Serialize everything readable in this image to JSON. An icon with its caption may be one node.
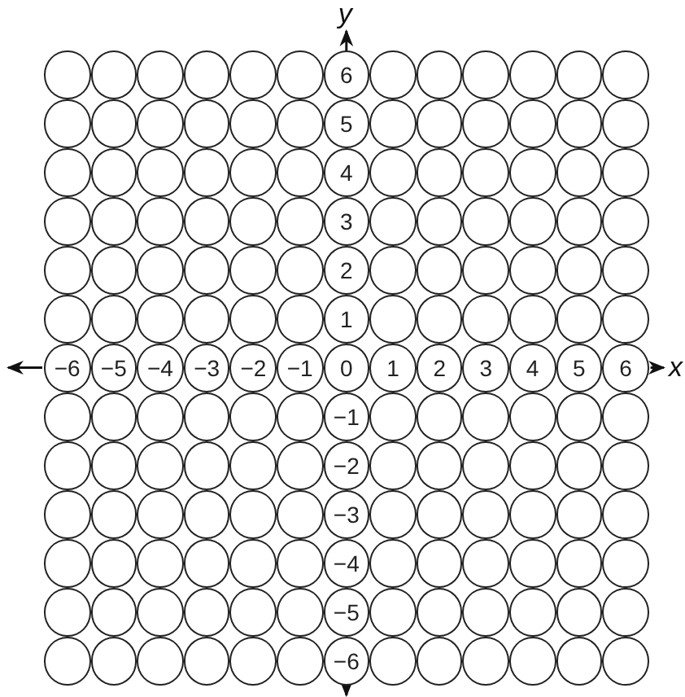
{
  "diagram": {
    "nodes": [
      {
        "text": [],
        "shape": "circle"
      },
      {
        "text": [],
        "shape": "circle"
      },
      {
        "text": [],
        "shape": "circle"
      },
      {
        "text": [],
        "shape": "circle"
      },
      {
        "text": [],
        "shape": "circle"
      },
      {
        "text": [],
        "shape": "circle"
      },
      {
        "text": [
          "6"
        ]
      },
      {
        "text": [],
        "shape": "circle"
      },
      {
        "text": [],
        "shape": "circle"
      },
      {
        "text": [],
        "shape": "circle"
      },
      {
        "text": [],
        "shape": "circle"
      },
      {
        "text": [],
        "shape": "circle"
      },
      {
        "text": [],
        "shape": "circle"
      },
      {
        "text": [],
        "shape": "circle"
      },
      {
        "text": [],
        "shape": "circle"
      },
      {
        "text": [],
        "shape": "circle"
      },
      {
        "text": [],
        "shape": "circle"
      },
      {
        "text": [],
        "shape": "circle"
      },
      {
        "text": [],
        "shape": "circle"
      },
      {
        "text": [
          "5"
        ]
      },
      {
        "text": [],
        "shape": "circle"
      },
      {
        "text": [],
        "shape": "circle"
      },
      {
        "text": [],
        "shape": "circle"
      },
      {
        "text": [],
        "shape": "circle"
      },
      {
        "text": [],
        "shape": "circle"
      },
      {
        "text": [],
        "shape": "circle"
      },
      {
        "text": [],
        "shape": "circle"
      },
      {
        "text": [],
        "shape": "circle"
      },
      {
        "text": [],
        "shape": "circle"
      },
      {
        "text": [],
        "shape": "circle"
      },
      {
        "text": [],
        "shape": "circle"
      },
      {
        "text": [],
        "shape": "circle"
      },
      {
        "text": [
          "4"
        ]
      },
      {
        "text": [],
        "shape": "circle"
      },
      {
        "text": [],
        "shape": "circle"
      },
      {
        "text": [],
        "shape": "circle"
      },
      {
        "text": [],
        "shape": "circle"
      },
      {
        "text": [],
        "shape": "circle"
      },
      {
        "text": [],
        "shape": "circle"
      },
      {
        "text": [],
        "shape": "circle"
      },
      {
        "text": [],
        "shape": "circle"
      },
      {
        "text": [],
        "shape": "circle"
      },
      {
        "text": [],
        "shape": "circle"
      },
      {
        "text": [],
        "shape": "circle"
      },
      {
        "text": [],
        "shape": "circle"
      },
      {
        "text": [
          "3"
        ]
      },
      {
        "text": [],
        "shape": "circle"
      },
      {
        "text": [],
        "shape": "circle"
      },
      {
        "text": [],
        "shape": "circle"
      },
      {
        "text": [],
        "shape": "circle"
      },
      {
        "text": [],
        "shape": "circle"
      },
      {
        "text": [],
        "shape": "circle"
      },
      {
        "text": [],
        "shape": "circle"
      },
      {
        "text": [],
        "shape": "circle"
      },
      {
        "text": [],
        "shape": "circle"
      },
      {
        "text": [],
        "shape": "circle"
      },
      {
        "text": [],
        "shape": "circle"
      },
      {
        "text": [],
        "shape": "circle"
      },
      {
        "text": [
          "2"
        ]
      },
      {
        "text": [],
        "shape": "circle"
      },
      {
        "text": [],
        "shape": "circle"
      },
      {
        "text": [],
        "shape": "circle"
      },
      {
        "text": [],
        "shape": "circle"
      },
      {
        "text": [],
        "shape": "circle"
      },
      {
        "text": [],
        "shape": "circle"
      },
      {
        "text": [],
        "shape": "circle"
      },
      {
        "text": [],
        "shape": "circle"
      },
      {
        "text": [],
        "shape": "circle"
      },
      {
        "text": [],
        "shape": "circle"
      },
      {
        "text": [],
        "shape": "circle"
      },
      {
        "text": [],
        "shape": "circle"
      },
      {
        "text": [
          "1"
        ]
      },
      {
        "text": [],
        "shape": "circle"
      },
      {
        "text": [],
        "shape": "circle"
      },
      {
        "text": [],
        "shape": "circle"
      },
      {
        "text": [],
        "shape": "circle"
      },
      {
        "text": [],
        "shape": "circle"
      },
      {
        "text": [],
        "shape": "circle"
      },
      {
        "text": [
          "−6"
        ]
      },
      {
        "text": [
          "−5"
        ]
      },
      {
        "text": [
          "−4"
        ]
      },
      {
        "text": [
          "−3"
        ]
      },
      {
        "text": [
          "−2"
        ]
      },
      {
        "text": [
          "−1"
        ]
      },
      {
        "text": [
          "0"
        ]
      },
      {
        "text": [
          "1"
        ]
      },
      {
        "text": [
          "2"
        ]
      },
      {
        "text": [
          "3"
        ]
      },
      {
        "text": [
          "4"
        ]
      },
      {
        "text": [
          "5"
        ]
      },
      {
        "text": [
          "6"
        ]
      },
      {
        "text": [],
        "shape": "circle"
      },
      {
        "text": [],
        "shape": "circle"
      },
      {
        "text": [],
        "shape": "circle"
      },
      {
        "text": [],
        "shape": "circle"
      },
      {
        "text": [],
        "shape": "circle"
      },
      {
        "text": [],
        "shape": "circle"
      },
      {
        "text": [
          "−1"
        ]
      },
      {
        "text": [],
        "shape": "circle"
      },
      {
        "text": [],
        "shape": "circle"
      },
      {
        "text": [],
        "shape": "circle"
      },
      {
        "text": [],
        "shape": "circle"
      },
      {
        "text": [],
        "shape": "circle"
      },
      {
        "text": [],
        "shape": "circle"
      },
      {
        "text": [],
        "shape": "circle"
      },
      {
        "text": [],
        "shape": "circle"
      },
      {
        "text": [],
        "shape": "circle"
      },
      {
        "text": [],
        "shape": "circle"
      },
      {
        "text": [],
        "shape": "circle"
      },
      {
        "text": [],
        "shape": "circle"
      },
      {
        "text": [
          "−2"
        ]
      },
      {
        "text": [],
        "shape": "circle"
      },
      {
        "text": [],
        "shape": "circle"
      },
      {
        "text": [],
        "shape": "circle"
      },
      {
        "text": [],
        "shape": "circle"
      },
      {
        "text": [],
        "shape": "circle"
      },
      {
        "text": [],
        "shape": "circle"
      },
      {
        "text": [],
        "shape": "circle"
      },
      {
        "text": [],
        "shape": "circle"
      },
      {
        "text": [],
        "shape": "circle"
      },
      {
        "text": [],
        "shape": "circle"
      },
      {
        "text": [],
        "shape": "circle"
      },
      {
        "text": [],
        "shape": "circle"
      },
      {
        "text": [
          "−3"
        ]
      },
      {
        "text": [],
        "shape": "circle"
      },
      {
        "text": [],
        "shape": "circle"
      },
      {
        "text": [],
        "shape": "circle"
      },
      {
        "text": [],
        "shape": "circle"
      },
      {
        "text": [],
        "shape": "circle"
      },
      {
        "text": [],
        "shape": "circle"
      },
      {
        "text": [],
        "shape": "circle"
      },
      {
        "text": [],
        "shape": "circle"
      },
      {
        "text": [],
        "shape": "circle"
      },
      {
        "text": [],
        "shape": "circle"
      },
      {
        "text": [],
        "shape": "circle"
      },
      {
        "text": [],
        "shape": "circle"
      },
      {
        "text": [
          "−4"
        ]
      },
      {
        "text": [],
        "shape": "circle"
      },
      {
        "text": [],
        "shape": "circle"
      },
      {
        "text": [],
        "shape": "circle"
      },
      {
        "text": [],
        "shape": "circle"
      },
      {
        "text": [],
        "shape": "circle"
      },
      {
        "text": [],
        "shape": "circle"
      },
      {
        "text": [],
        "shape": "circle"
      },
      {
        "text": [],
        "shape": "circle"
      },
      {
        "text": [],
        "shape": "circle"
      },
      {
        "text": [],
        "shape": "circle"
      },
      {
        "text": [],
        "shape": "circle"
      },
      {
        "text": [],
        "shape": "circle"
      },
      {
        "text": [
          "−5"
        ]
      },
      {
        "text": [],
        "shape": "circle"
      },
      {
        "text": [],
        "shape": "circle"
      },
      {
        "text": [],
        "shape": "circle"
      },
      {
        "text": [],
        "shape": "circle"
      },
      {
        "text": [],
        "shape": "circle"
      },
      {
        "text": [],
        "shape": "circle"
      },
      {
        "text": [],
        "shape": "circle"
      },
      {
        "text": [],
        "shape": "circle"
      },
      {
        "text": [],
        "shape": "circle"
      },
      {
        "text": [],
        "shape": "circle"
      },
      {
        "text": [],
        "shape": "circle"
      },
      {
        "text": [],
        "shape": "circle"
      },
      {
        "text": [
          "−6"
        ]
      },
      {
        "text": [],
        "shape": "circle"
      },
      {
        "text": [],
        "shape": "circle"
      },
      {
        "text": [],
        "shape": "circle"
      },
      {
        "text": [],
        "shape": "circle"
      },
      {
        "text": [],
        "shape": "circle"
      },
      {
        "text": [],
        "shape": "circle"
      }
    ],
    "labels": [
      "y",
      "x"
    ]
  }
}
